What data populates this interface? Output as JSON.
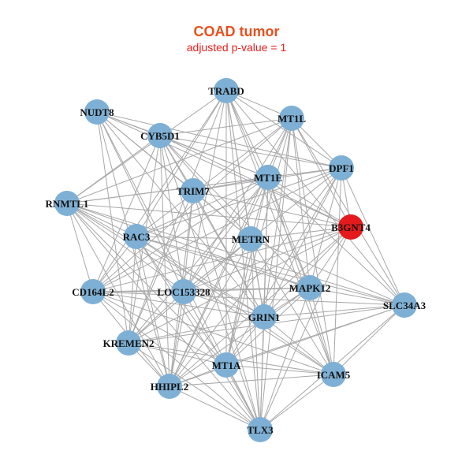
{
  "title": "COAD tumor",
  "subtitle": "adjusted p-value = 1",
  "colors": {
    "title": "#e8501e",
    "subtitle": "#e8201e",
    "node": "#7eb0d5",
    "highlight": "#e41a1c",
    "edge": "#a8a8a8"
  },
  "network": {
    "nodes": [
      {
        "id": "TRABD"
      },
      {
        "id": "NUDT8"
      },
      {
        "id": "MT1L"
      },
      {
        "id": "CYB5D1"
      },
      {
        "id": "DPF1"
      },
      {
        "id": "MT1E"
      },
      {
        "id": "TRIM7"
      },
      {
        "id": "RNMTL1"
      },
      {
        "id": "B3GNT4",
        "highlight": true
      },
      {
        "id": "RAC3"
      },
      {
        "id": "METRN"
      },
      {
        "id": "MAPK12"
      },
      {
        "id": "CD164L2"
      },
      {
        "id": "LOC153328"
      },
      {
        "id": "SLC34A3"
      },
      {
        "id": "GRIN1"
      },
      {
        "id": "KREMEN2"
      },
      {
        "id": "MT1A"
      },
      {
        "id": "ICAM5"
      },
      {
        "id": "HHIPL2"
      },
      {
        "id": "TLX3"
      }
    ]
  }
}
